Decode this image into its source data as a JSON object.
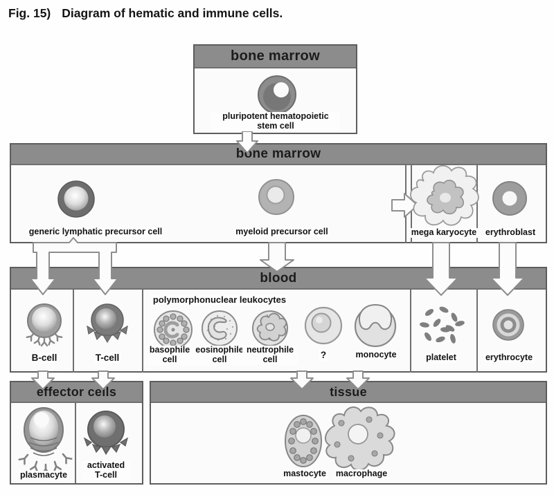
{
  "title": {
    "fig": "Fig. 15)",
    "text": "Diagram of hematic and immune cells."
  },
  "headers": {
    "stem_box": "bone marrow",
    "bone_marrow": "bone marrow",
    "blood": "blood",
    "effector": "effector cells",
    "tissue": "tissue"
  },
  "labels": {
    "stem_cell": "pluripotent hematopoietic stem cell",
    "lymphatic_precursor": "generic lymphatic precursor cell",
    "myeloid_precursor": "myeloid precursor cell",
    "megakaryocyte": "mega karyocyte",
    "erythroblast": "erythroblast",
    "pmn_group": "polymorphonuclear leukocytes",
    "b_cell": "B-cell",
    "t_cell": "T-cell",
    "basophile": "basophile cell",
    "eosinophile": "eosinophile cell",
    "neutrophile": "neutrophile cell",
    "unknown": "?",
    "monocyte": "monocyte",
    "platelet": "platelet",
    "erythrocyte": "erythrocyte",
    "plasmacyte": "plasmacyte",
    "activated_t_cell": "activated T-cell",
    "mastocyte": "mastocyte",
    "macrophage": "macrophage"
  },
  "colors": {
    "header_bg": "#8c8c8c",
    "box_border": "#5d5d5d",
    "arrow_outline": "#8d8d8d",
    "text": "#141414",
    "page_bg": "#fefefe"
  }
}
